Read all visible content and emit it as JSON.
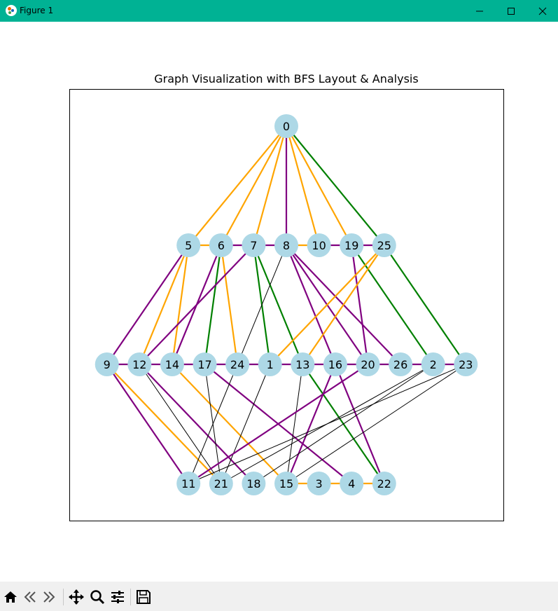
{
  "window": {
    "title": "Figure 1",
    "titlebar_color": "#00b294",
    "controls": [
      "minimize-icon",
      "maximize-icon",
      "close-icon"
    ]
  },
  "figure": {
    "title": "Graph Visualization with BFS Layout & Analysis"
  },
  "graph": {
    "layout": "bfs-layers",
    "node_color": "#add8e6",
    "edge_colors": {
      "purple": "#800080",
      "orange": "#ffa500",
      "green": "#008000",
      "black": "#000000"
    },
    "layers": [
      [
        "0"
      ],
      [
        "5",
        "6",
        "7",
        "8",
        "10",
        "19",
        "25"
      ],
      [
        "9",
        "12",
        "14",
        "17",
        "24",
        "1",
        "13",
        "16",
        "20",
        "26",
        "2",
        "23"
      ],
      [
        "11",
        "21",
        "18",
        "15",
        "3",
        "4",
        "22"
      ]
    ],
    "edges": [
      [
        "0",
        "5",
        "orange"
      ],
      [
        "0",
        "6",
        "orange"
      ],
      [
        "0",
        "7",
        "orange"
      ],
      [
        "0",
        "8",
        "purple"
      ],
      [
        "0",
        "10",
        "orange"
      ],
      [
        "0",
        "19",
        "orange"
      ],
      [
        "0",
        "25",
        "green"
      ],
      [
        "5",
        "6",
        "orange"
      ],
      [
        "6",
        "7",
        "purple"
      ],
      [
        "7",
        "8",
        "purple"
      ],
      [
        "8",
        "10",
        "orange"
      ],
      [
        "10",
        "19",
        "purple"
      ],
      [
        "19",
        "25",
        "purple"
      ],
      [
        "5",
        "9",
        "purple"
      ],
      [
        "5",
        "12",
        "orange"
      ],
      [
        "5",
        "14",
        "orange"
      ],
      [
        "6",
        "14",
        "purple"
      ],
      [
        "6",
        "17",
        "green"
      ],
      [
        "6",
        "24",
        "orange"
      ],
      [
        "7",
        "12",
        "purple"
      ],
      [
        "7",
        "1",
        "green"
      ],
      [
        "7",
        "13",
        "green"
      ],
      [
        "8",
        "24",
        "black"
      ],
      [
        "8",
        "16",
        "purple"
      ],
      [
        "8",
        "20",
        "purple"
      ],
      [
        "8",
        "26",
        "purple"
      ],
      [
        "19",
        "20",
        "purple"
      ],
      [
        "19",
        "2",
        "green"
      ],
      [
        "25",
        "1",
        "orange"
      ],
      [
        "25",
        "13",
        "orange"
      ],
      [
        "25",
        "23",
        "green"
      ],
      [
        "9",
        "12",
        "purple"
      ],
      [
        "12",
        "14",
        "purple"
      ],
      [
        "14",
        "17",
        "purple"
      ],
      [
        "17",
        "24",
        "purple"
      ],
      [
        "24",
        "1",
        "purple"
      ],
      [
        "1",
        "13",
        "purple"
      ],
      [
        "13",
        "16",
        "purple"
      ],
      [
        "16",
        "20",
        "purple"
      ],
      [
        "20",
        "26",
        "purple"
      ],
      [
        "26",
        "2",
        "purple"
      ],
      [
        "2",
        "23",
        "purple"
      ],
      [
        "9",
        "11",
        "purple"
      ],
      [
        "9",
        "21",
        "orange"
      ],
      [
        "12",
        "21",
        "black"
      ],
      [
        "12",
        "18",
        "purple"
      ],
      [
        "14",
        "15",
        "orange"
      ],
      [
        "17",
        "21",
        "black"
      ],
      [
        "17",
        "4",
        "purple"
      ],
      [
        "24",
        "11",
        "black"
      ],
      [
        "1",
        "21",
        "black"
      ],
      [
        "13",
        "15",
        "black"
      ],
      [
        "13",
        "22",
        "green"
      ],
      [
        "16",
        "15",
        "purple"
      ],
      [
        "16",
        "22",
        "purple"
      ],
      [
        "20",
        "11",
        "purple"
      ],
      [
        "2",
        "21",
        "black"
      ],
      [
        "2",
        "18",
        "black"
      ],
      [
        "23",
        "11",
        "black"
      ],
      [
        "23",
        "15",
        "black"
      ],
      [
        "15",
        "3",
        "orange"
      ],
      [
        "3",
        "4",
        "orange"
      ],
      [
        "4",
        "22",
        "orange"
      ]
    ]
  },
  "toolbar": {
    "buttons": [
      "home-icon",
      "back-icon",
      "forward-icon",
      "pan-icon",
      "zoom-icon",
      "configure-subplots-icon",
      "save-icon"
    ]
  }
}
